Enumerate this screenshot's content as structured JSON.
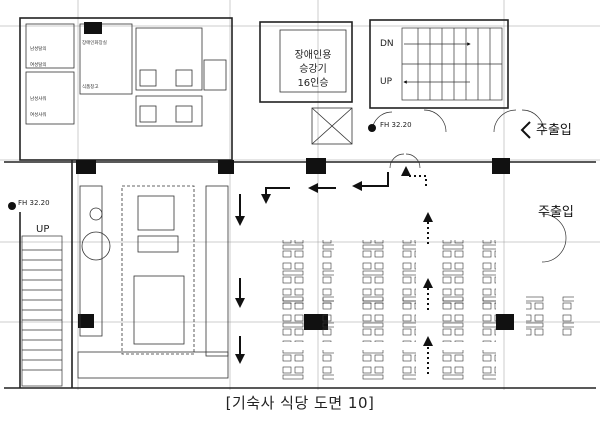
{
  "caption": "[기숙사 식당 도면 10]",
  "labels": {
    "elevator_line1": "장애인용",
    "elevator_line2": "승강기",
    "elevator_line3": "16인승",
    "stair_dn": "DN",
    "stair_up": "UP",
    "left_up": "UP",
    "fh_left": "FH 32.20",
    "fh_right": "FH 32.20",
    "entrance_top": "주출입",
    "entrance_right": "주출입",
    "room_a": "장애인화장실",
    "room_b": "식품창고",
    "room_c1": "남성탈의",
    "room_c2": "여성탈의",
    "room_c3": "남성샤워",
    "room_c4": "여성샤워"
  },
  "colors": {
    "line": "#222222",
    "arrow": "#111111",
    "grid": "#9a9a9a"
  }
}
